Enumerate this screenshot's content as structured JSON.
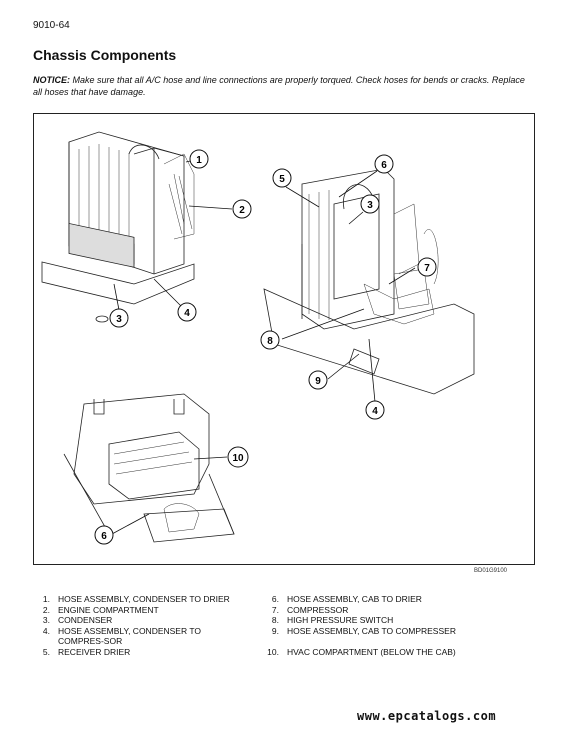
{
  "header": {
    "page_number": "9010-64",
    "title": "Chassis Components"
  },
  "notice": {
    "label": "NOTICE:",
    "text": " Make sure that all A/C hose and line connections are properly torqued. Check hoses for bends or cracks. Replace all hoses that have damage."
  },
  "figure": {
    "code": "BD01G9100",
    "callouts": [
      "1",
      "2",
      "3",
      "4",
      "5",
      "6",
      "3",
      "7",
      "8",
      "9",
      "4",
      "10",
      "6"
    ]
  },
  "legend": {
    "left": [
      {
        "num": "1.",
        "text": "HOSE ASSEMBLY, CONDENSER TO DRIER"
      },
      {
        "num": "2.",
        "text": "ENGINE COMPARTMENT"
      },
      {
        "num": "3.",
        "text": "CONDENSER"
      },
      {
        "num": "4.",
        "text": "HOSE ASSEMBLY, CONDENSER TO COMPRES-SOR"
      },
      {
        "num": "5.",
        "text": "RECEIVER DRIER"
      }
    ],
    "right": [
      {
        "num": "6.",
        "text": "HOSE ASSEMBLY, CAB TO DRIER"
      },
      {
        "num": "7.",
        "text": "COMPRESSOR"
      },
      {
        "num": "8.",
        "text": "HIGH PRESSURE SWITCH"
      },
      {
        "num": "9.",
        "text": "HOSE ASSEMBLY, CAB TO COMPRESSER"
      },
      {
        "num": "10.",
        "text": "HVAC COMPARTMENT (BELOW THE CAB)"
      }
    ]
  },
  "watermark": "www.epcatalogs.com"
}
